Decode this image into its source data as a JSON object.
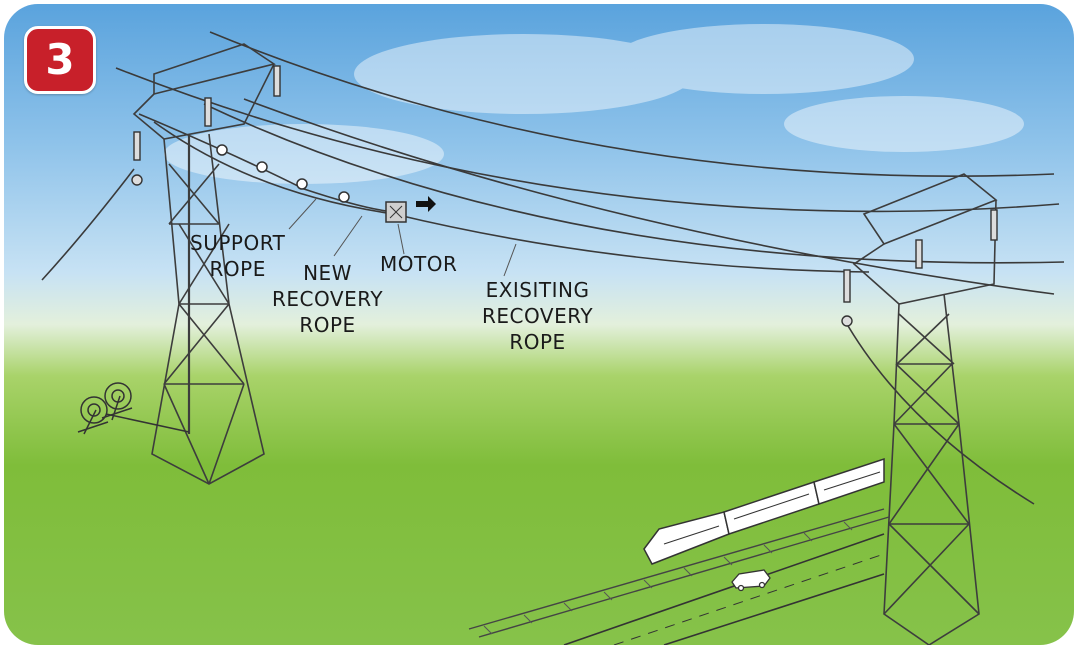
{
  "step_badge": "3",
  "labels": {
    "support_rope": [
      "SUPPORT",
      "ROPE"
    ],
    "new_recovery_rope": [
      "NEW",
      "RECOVERY",
      "ROPE"
    ],
    "motor": "MOTOR",
    "existing_recovery_rope": [
      "EXISITING",
      "RECOVERY",
      "ROPE"
    ]
  },
  "colors": {
    "badge": "#c8202a",
    "sky": "#8fc3ea",
    "grass": "#7fbd3a",
    "lines": "#333333"
  }
}
